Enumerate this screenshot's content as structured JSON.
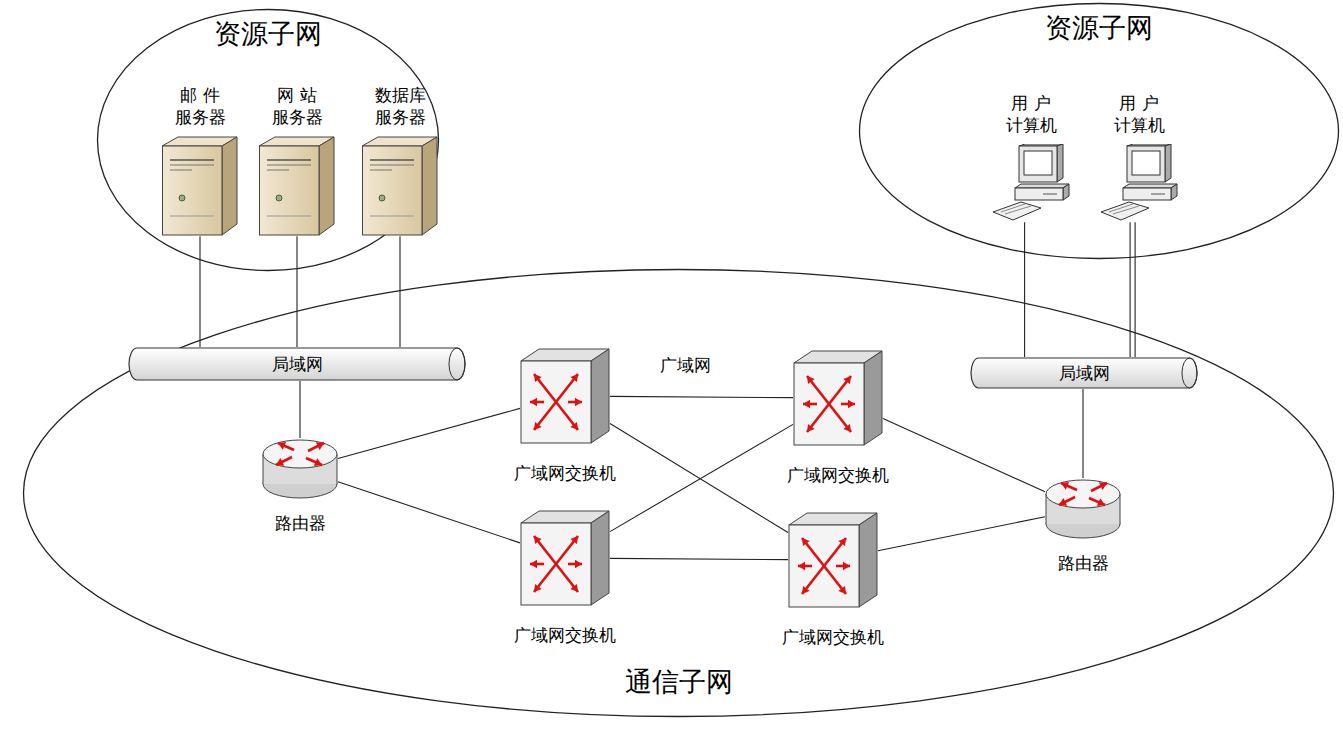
{
  "diagram": {
    "nodes": [
      {
        "text": [
          "资源子网"
        ]
      },
      {
        "text": [
          "邮 件 服务器"
        ],
        "in": 0
      },
      {
        "text": [
          "网 站 服务器"
        ],
        "in": 0
      },
      {
        "text": [
          "数据库 服务器"
        ],
        "in": 0
      },
      {
        "text": [
          "资源子网"
        ]
      },
      {
        "text": [
          "用 户 计算机"
        ],
        "in": 4
      },
      {
        "text": [
          "用 户 计算机"
        ],
        "in": 4
      },
      {
        "text": [
          "通信子网"
        ]
      },
      {
        "text": [
          "局域网"
        ],
        "in": 7
      },
      {
        "text": [
          "局域网"
        ],
        "in": 7
      },
      {
        "text": [
          "路由器"
        ],
        "in": 7
      },
      {
        "text": [
          "广域网交换机"
        ],
        "in": 7
      },
      {
        "text": [
          "广域网交换机"
        ],
        "in": 7
      },
      {
        "text": [
          "广域网交换机"
        ],
        "in": 7
      },
      {
        "text": [
          "广域网交换机"
        ],
        "in": 7
      },
      {
        "text": [
          "路由器"
        ],
        "in": 7
      }
    ],
    "edges": [
      {
        "from": 1,
        "to": 8,
        "arrow": "none"
      },
      {
        "from": 2,
        "to": 8,
        "arrow": "none"
      },
      {
        "from": 3,
        "to": 8,
        "arrow": "none"
      },
      {
        "from": 8,
        "to": 10,
        "arrow": "none"
      },
      {
        "from": 10,
        "to": 11,
        "arrow": "none"
      },
      {
        "from": 10,
        "to": 13,
        "arrow": "none"
      },
      {
        "from": 11,
        "to": 12,
        "arrow": "none"
      },
      {
        "from": 11,
        "to": 14,
        "arrow": "none"
      },
      {
        "from": 13,
        "to": 12,
        "arrow": "none"
      },
      {
        "from": 13,
        "to": 14,
        "arrow": "none"
      },
      {
        "from": 12,
        "to": 15,
        "arrow": "none"
      },
      {
        "from": 14,
        "to": 15,
        "arrow": "none"
      },
      {
        "from": 15,
        "to": 9,
        "arrow": "none"
      },
      {
        "from": 5,
        "to": 9,
        "arrow": "none"
      },
      {
        "from": 6,
        "to": 9,
        "arrow": "none"
      }
    ],
    "labels": [
      "广域网"
    ]
  }
}
